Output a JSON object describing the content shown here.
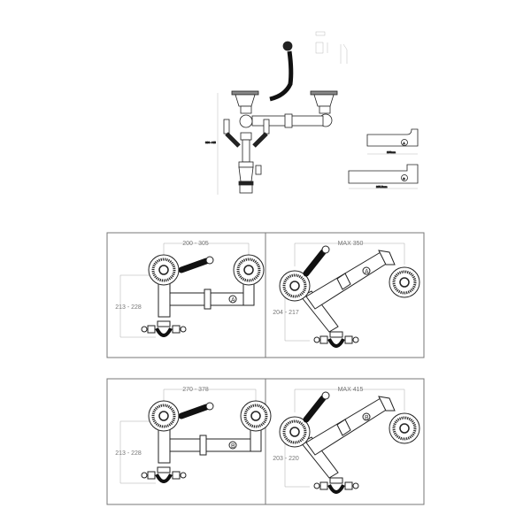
{
  "overview": {
    "height_dimension": "380~445",
    "side_pipe_a_label": "A",
    "side_pipe_b_label": "B",
    "side_pipe_a_length": "195mm",
    "side_pipe_b_length": "265.5mm"
  },
  "panels": [
    {
      "layout": "straight",
      "width_dimension": "200 - 305",
      "height_dimension": "213 - 228",
      "pipe_label": "A"
    },
    {
      "layout": "angled",
      "width_dimension": "MAX 350",
      "height_dimension": "204 - 217",
      "pipe_label": "A"
    },
    {
      "layout": "straight",
      "width_dimension": "270 - 378",
      "height_dimension": "213 - 228",
      "pipe_label": "B"
    },
    {
      "layout": "angled",
      "width_dimension": "MAX 415",
      "height_dimension": "203 - 220",
      "pipe_label": "B"
    }
  ]
}
